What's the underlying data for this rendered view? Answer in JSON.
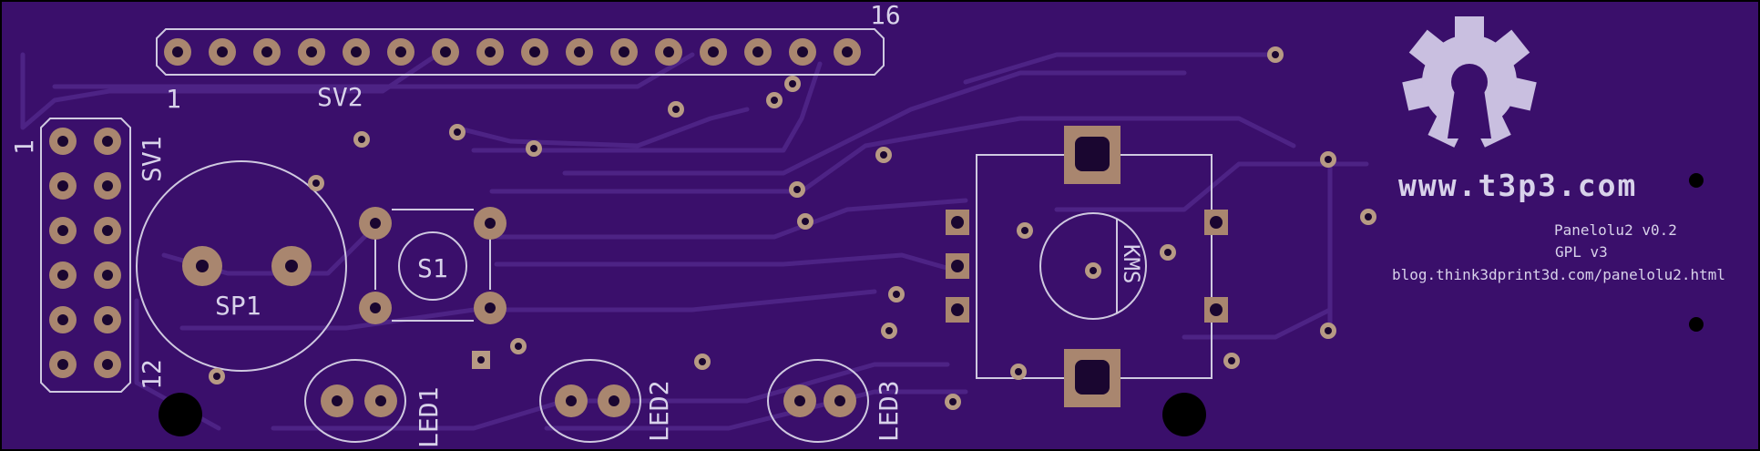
{
  "board": {
    "background": "#3a0f6b",
    "silkscreen_color": "#d8d2ea",
    "copper_color": "#a9866f"
  },
  "labels": {
    "sv2_pin_last": "16",
    "sv2_pin_first": "1",
    "sv2_name": "SV2",
    "sv1_pin_first": "1",
    "sv1_name": "SV1",
    "sv1_pin_last": "12",
    "speaker": "SP1",
    "switch": "S1",
    "led1": "LED1",
    "led2": "LED2",
    "led3": "LED3",
    "encoder": "KMS"
  },
  "branding": {
    "logo": "gear-logo",
    "website": "www.t3p3.com",
    "board_name": "Panelolu2 v0.2",
    "license": "GPL v3",
    "url": "blog.think3dprint3d.com/panelolu2.html"
  }
}
